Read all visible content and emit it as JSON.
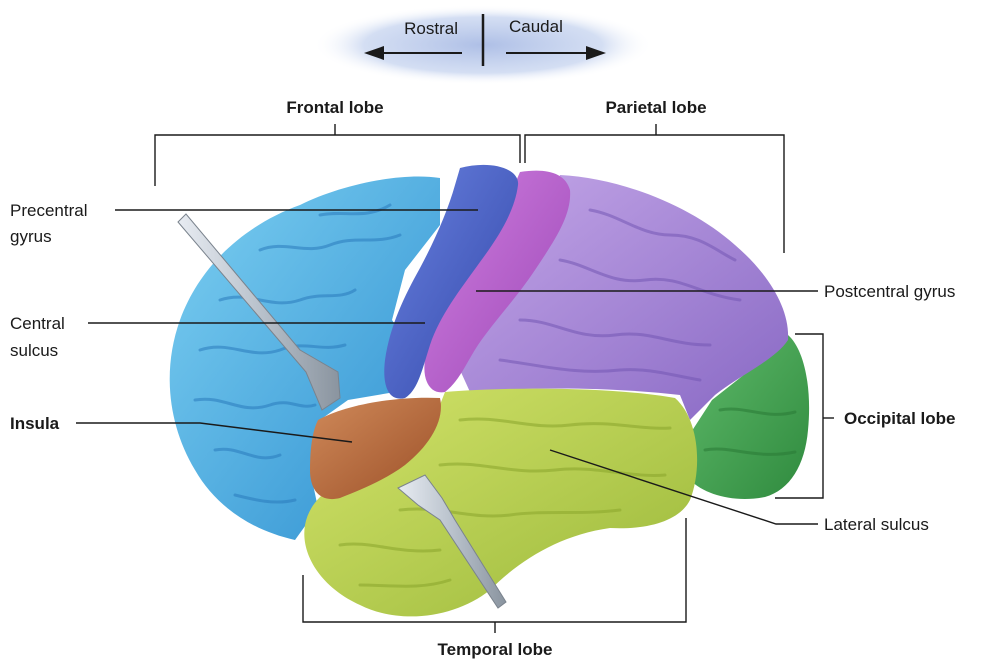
{
  "orientation": {
    "rostral": "Rostral",
    "caudal": "Caudal"
  },
  "lobes": {
    "frontal": "Frontal lobe",
    "parietal": "Parietal lobe",
    "occipital": "Occipital lobe",
    "temporal": "Temporal lobe"
  },
  "labels": {
    "precentral_line1": "Precentral",
    "precentral_line2": "gyrus",
    "central_line1": "Central",
    "central_line2": "sulcus",
    "insula": "Insula",
    "postcentral": "Postcentral gyrus",
    "lateral": "Lateral sulcus"
  },
  "colors": {
    "frontal": "#4fb3e6",
    "precentral": "#4660c8",
    "postcentral": "#b35fc8",
    "parietal": "#a58ad8",
    "occipital": "#3f9e4e",
    "temporal": "#bcd24a",
    "insula": "#b86a3c",
    "orientation_glow": "#b7c8ea"
  }
}
